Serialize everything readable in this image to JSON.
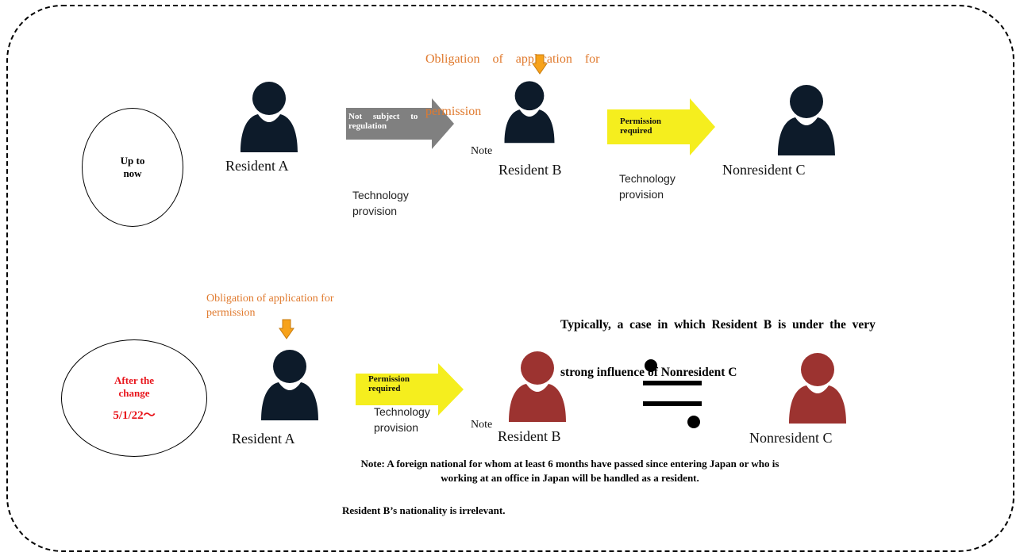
{
  "periods": {
    "before": {
      "line1": "Up to",
      "line2": "now"
    },
    "after": {
      "line1": "After the",
      "line2": "change",
      "date": "5/1/22〜"
    }
  },
  "top": {
    "obligation_line1": "Obligation    of    application    for",
    "obligation_line2": "permission",
    "resident_a": "Resident A",
    "resident_b": "Resident B",
    "nonresident_c": "Nonresident C",
    "note": "Note",
    "arrow1_line1": "Not     subject     to",
    "arrow1_line2": "regulation",
    "arrow2_line1": "Permission",
    "arrow2_line2": "required",
    "tech1_line1": "Technology",
    "tech1_line2": "provision",
    "tech2_line1": "Technology",
    "tech2_line2": "provision"
  },
  "bottom": {
    "obligation_line1": "Obligation of application for",
    "obligation_line2": "permission",
    "resident_a": "Resident A",
    "resident_b": "Resident B",
    "nonresident_c": "Nonresident C",
    "note": "Note",
    "arrow_line1": "Permission",
    "arrow_line2": "required",
    "tech_line1": "Technology",
    "tech_line2": "provision",
    "influence_line1": "Typically,  a  case  in  which  Resident  B  is  under  the  very",
    "influence_line2": "strong influence of Nonresident C"
  },
  "notes": {
    "foreign_line1": "Note: A foreign national for whom at least 6 months have passed since entering Japan or who is",
    "foreign_line2": "working at an office in Japan will be handled as a resident.",
    "nationality": "Resident B’s nationality is irrelevant."
  },
  "colors": {
    "dark_person": "#0d1b2a",
    "red_person": "#9c3330",
    "gray_arrow": "#808080",
    "yellow_arrow": "#f5ee1e",
    "orange": "#e07a2e",
    "orange_arrow": "#f7a21a",
    "red_text": "#e8141b"
  }
}
